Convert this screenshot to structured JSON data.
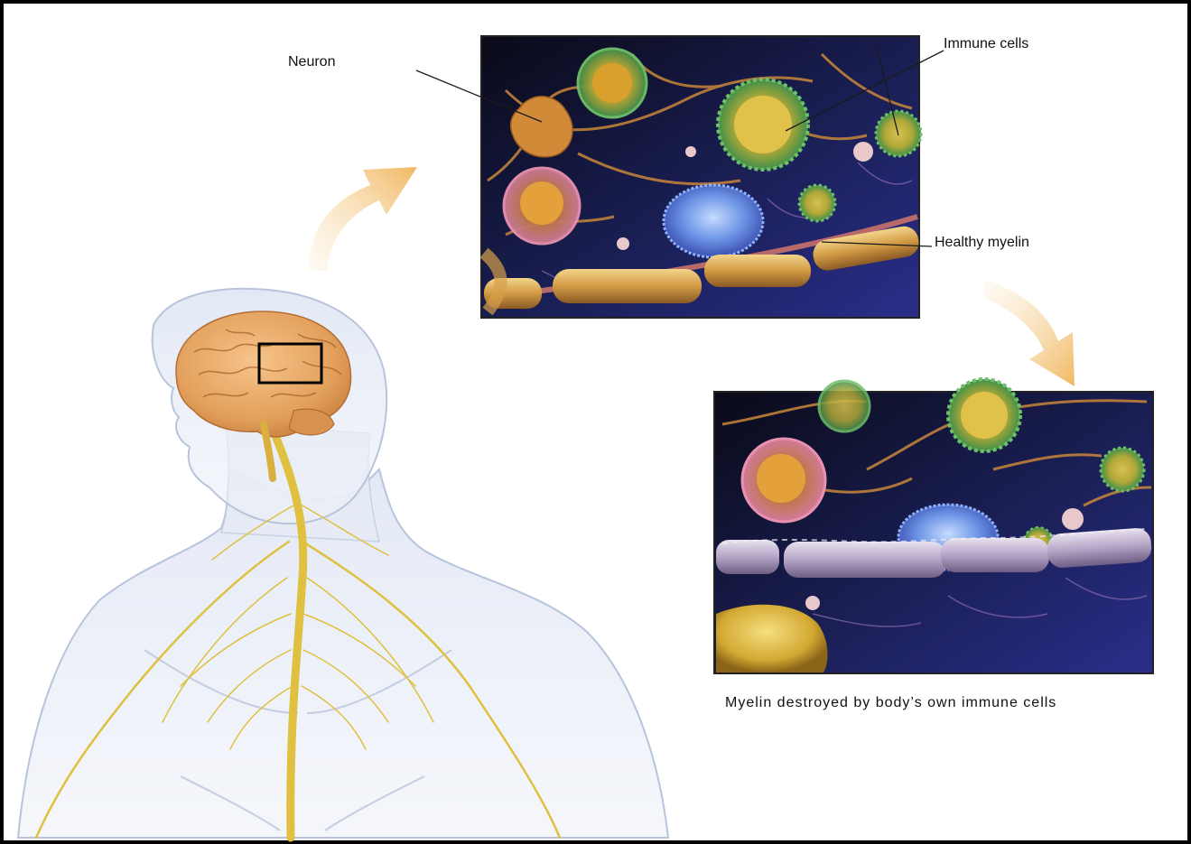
{
  "labels": {
    "neuron": "Neuron",
    "immune_cells": "Immune cells",
    "healthy_myelin": "Healthy myelin",
    "caption": "Myelin destroyed by body’s own immune cells"
  },
  "colors": {
    "arrow": "#f0c07a",
    "brain": "#e8a862",
    "nerves": "#e0c040",
    "body_outline": "#b8c4dc",
    "panel_background": "#141a3c",
    "myelin": "#d9a84e",
    "damaged_myelin": "#b8a8c4"
  }
}
